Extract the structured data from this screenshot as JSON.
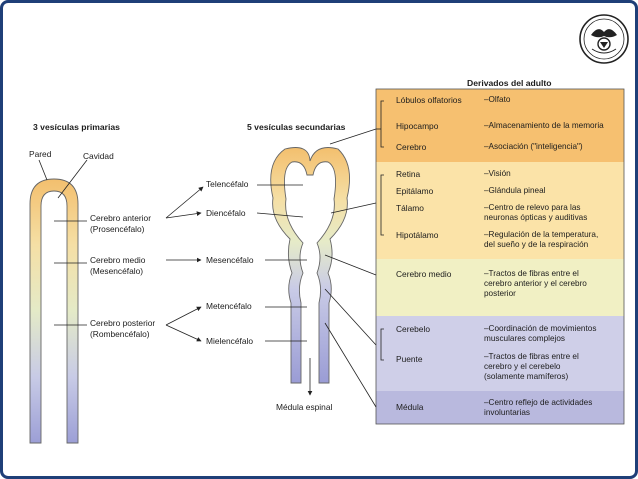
{
  "headers": {
    "primary": "3 vesículas primarias",
    "secondary": "5 vesículas secundarias",
    "derivatives": "Derivados del adulto"
  },
  "primary_tube": {
    "pared": "Pared",
    "cavidad": "Cavidad",
    "anterior": "Cerebro anterior",
    "anterior_sub": "(Prosencéfalo)",
    "medio": "Cerebro medio",
    "medio_sub": "(Mesencéfalo)",
    "posterior": "Cerebro posterior",
    "posterior_sub": "(Rombencéfalo)"
  },
  "secondary_vesicles": [
    "Telencéfalo",
    "Diencéfalo",
    "Mesencéfalo",
    "Metencéfalo",
    "Mielencéfalo"
  ],
  "spinal_cord": "Médula espinal",
  "structures": [
    "Lóbulos olfatorios",
    "Hipocampo",
    "Cerebro",
    "Retina",
    "Epitálamo",
    "Tálamo",
    "Hipotálamo",
    "Cerebro medio",
    "Cerebelo",
    "Puente",
    "Médula"
  ],
  "functions": [
    "–Olfato",
    "–Almacenamiento de la memoria",
    "–Asociación (\"inteligencia\")",
    "–Visión",
    "–Glándula pineal",
    "–Centro de relevo para las\n  neuronas ópticas y auditivas",
    "–Regulación de la temperatura,\n  del sueño y de la respiración",
    "–Tractos de fibras entre el\n  cerebro anterior y el cerebro\n  posterior",
    "–Coordinación de movimientos\n  musculares complejos",
    "–Tractos de fibras entre el\n  cerebro y el cerebelo\n  (solamente mamíferos)",
    "–Centro reflejo de actividades\n  involuntarias"
  ],
  "colors": {
    "frame": "#1f3f78",
    "band_1": "#f6c070",
    "band_2": "#fbe3a8",
    "band_3": "#f1f0c4",
    "band_4": "#cfcfe8",
    "band_5": "#b9b9de"
  },
  "logo_icon": "university-seal-icon"
}
